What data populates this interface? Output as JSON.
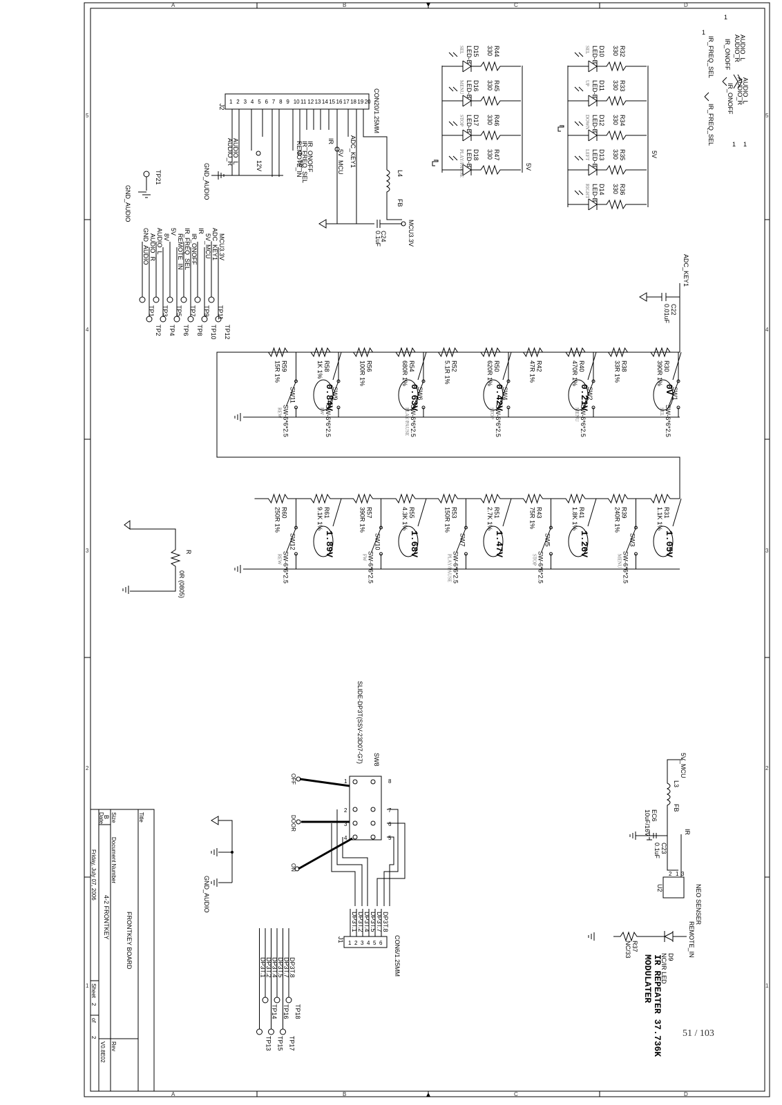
{
  "page_number": "51 / 103",
  "zones": {
    "columns": [
      "A",
      "B",
      "C",
      "D"
    ],
    "rows": [
      "5",
      "4",
      "3",
      "2",
      "1"
    ]
  },
  "title_block": {
    "title_label": "Title",
    "title": "FRONTKEY BOARD",
    "size_label": "Size",
    "size": "B",
    "docnum_label": "Document Number",
    "docnum": "4-2 FRONTKEY",
    "rev_label": "Rev",
    "rev": "V0.8E02",
    "date_label": "Date:",
    "date": "Friday, July 07, 2006",
    "sheet_label": "Sheet",
    "sheet": "2",
    "of_label": "of",
    "sheet_total": "2"
  },
  "io_ports": {
    "audio_l": "AUDIO_L",
    "audio_r": "AUDIO_R",
    "ir_onoff": "IR_ONOFF",
    "ir_freq_sel": "IR_FREQ_SEL",
    "one": "1"
  },
  "leds_top": [
    {
      "r": "R32",
      "v": "330",
      "d": "D10",
      "t": "LED-B",
      "k": "SEL"
    },
    {
      "r": "R33",
      "v": "330",
      "d": "D11",
      "t": "LED-B",
      "k": "UP"
    },
    {
      "r": "R34",
      "v": "330",
      "d": "D12",
      "t": "LED-B",
      "k": "DOWN"
    },
    {
      "r": "R35",
      "v": "330",
      "d": "D13",
      "t": "LED-B",
      "k": "LEFT"
    },
    {
      "r": "R36",
      "v": "330",
      "d": "D14",
      "t": "LED-B",
      "k": "RIGHT"
    }
  ],
  "leds_mid": [
    {
      "r": "R44",
      "v": "330",
      "d": "D15",
      "t": "LED-B",
      "k": "SEL"
    },
    {
      "r": "R45",
      "v": "330",
      "d": "D16",
      "t": "LED-B",
      "k": "MENU"
    },
    {
      "r": "R46",
      "v": "330",
      "d": "D17",
      "t": "LED-B",
      "k": "STOP"
    },
    {
      "r": "R47",
      "v": "330",
      "d": "D18",
      "t": "LED-B",
      "k": "PLAY/PAUSE"
    }
  ],
  "net_5v": "5V",
  "connector_j2": {
    "ref": "J2",
    "part": "CON20/1.25MM",
    "pins": [
      "1",
      "2",
      "3",
      "4",
      "5",
      "6",
      "7",
      "8",
      "9",
      "10",
      "11",
      "12",
      "13",
      "14",
      "15",
      "16",
      "17",
      "18",
      "19",
      "20"
    ],
    "nets": [
      "AUDIO_L",
      "AUDIO_R",
      "12V",
      "5V",
      "IR_ONOFF",
      "IR_FREQ_SEL",
      "REMOTE_IN",
      "IR",
      "5V_MCU",
      "ADC_KEY1"
    ]
  },
  "l4": {
    "ref": "L4",
    "val": "FB"
  },
  "c24": {
    "ref": "C24",
    "val": "0.1uF",
    "net": "MCU3.3V"
  },
  "gnd_audio": "GND_AUDIO",
  "testpoints": {
    "tp21": "TP21",
    "list": [
      {
        "net": "MCU3.3V",
        "tp": "TP12"
      },
      {
        "net": "ADC_KEY1",
        "tp": "TP11"
      },
      {
        "net": "5V_MCU",
        "tp": "TP10"
      },
      {
        "net": "IR",
        "tp": "TP9"
      },
      {
        "net": "IR_ONOFF",
        "tp": "TP8"
      },
      {
        "net": "IR_FREQ_SEL",
        "tp": "TP7"
      },
      {
        "net": "REMOTE_IN",
        "tp": "TP6"
      },
      {
        "net": "5V",
        "tp": "TP5"
      },
      {
        "net": "8V",
        "tp": "TP4"
      },
      {
        "net": "AUDIO_L",
        "tp": "TP3"
      },
      {
        "net": "AUDIO_R",
        "tp": "TP2"
      },
      {
        "net": "GND_AUDIO",
        "tp": "TP1"
      }
    ]
  },
  "adc_key1": "ADC_KEY1",
  "c22": {
    "ref": "C22",
    "val": "0.01uF"
  },
  "ladder_top": [
    {
      "r": "R30",
      "rv": "390R 1%",
      "sw": "SW1",
      "sp": "SW-6*6*2.5",
      "k": "SEL",
      "volt": "0V"
    },
    {
      "r": "R38",
      "rv": "33R 1%"
    },
    {
      "r": "R40",
      "rv": "470R 1%",
      "sw": "SW2",
      "sp": "SW-6*6*2.5",
      "k": "MENU",
      "volt": "0.21V"
    },
    {
      "r": "R42",
      "rv": "47R 1%"
    },
    {
      "r": "R50",
      "rv": "620R 1%",
      "sw": "SW4",
      "sp": "SW-6*6*2.5",
      "k": "STOP",
      "volt": "0.42V"
    },
    {
      "r": "R52",
      "rv": "5.1R 1%"
    },
    {
      "r": "R54",
      "rv": "680R 1%",
      "sw": "SW6",
      "sp": "SW-6*6*2.5",
      "k": "PLAY/PAUSE",
      "volt": "0.63V"
    },
    {
      "r": "R56",
      "rv": "100R 1%"
    },
    {
      "r": "R58",
      "rv": "1K 1%",
      "sw": "SW9",
      "sp": "SW-6*6*2.5",
      "k": "FW",
      "volt": "0.84V"
    },
    {
      "r": "R59",
      "rv": "15R 1%",
      "sw": "SW11",
      "sp": "SW-6*6*2.5",
      "k": "REW"
    }
  ],
  "ladder_bot": [
    {
      "r": "R31",
      "rv": "1.1K 1%",
      "volt": "1.05V"
    },
    {
      "r": "R39",
      "rv": "240R 1%",
      "sw": "SW3",
      "sp": "SW-6*6*2.5",
      "k": "MENU"
    },
    {
      "r": "R41",
      "rv": "1.8K 1%",
      "volt": "1.26V"
    },
    {
      "r": "R43",
      "rv": "75R 1%",
      "sw": "SW5",
      "sp": "SW-6*6*2.5",
      "k": "STOP"
    },
    {
      "r": "R51",
      "rv": "2.7K 1%",
      "volt": "1.47V"
    },
    {
      "r": "R53",
      "rv": "150R 1%",
      "sw": "SW7",
      "sp": "SW-6*6*2.5",
      "k": "PLAY/PAUSE"
    },
    {
      "r": "R55",
      "rv": "4.3K 1%",
      "volt": "1.68V"
    },
    {
      "r": "R57",
      "rv": "390R 1%",
      "sw": "SW10",
      "sp": "SW-6*6*2.5",
      "k": "FW"
    },
    {
      "r": "R61",
      "rv": "9.1K 1%",
      "volt": "1.89V"
    },
    {
      "r": "R60",
      "rv": "250R 1%",
      "sw": "SW12",
      "sp": "SW-6*6*2.5",
      "k": "REW"
    }
  ],
  "r0805": {
    "ref": "R",
    "val": "0R (0805)"
  },
  "sw8": {
    "ref": "SW8",
    "part": "SLIDE-DP3T(SSV-23D07-G7)",
    "off": "OFF",
    "door": "DOOR",
    "on": "ON",
    "pins": [
      "1",
      "2",
      "3",
      "4",
      "5",
      "6",
      "7",
      "8"
    ]
  },
  "connector_j1": {
    "ref": "J1",
    "part": "CON6/1.25MM",
    "nets": [
      "DP3T.8",
      "DP3T.7",
      "DP3T.5",
      "DP3T.4",
      "DP3T.2",
      "DP3T.1"
    ],
    "pins": [
      "6",
      "5",
      "4",
      "3",
      "2",
      "1"
    ]
  },
  "tp_bottom": [
    {
      "net": "DP3T.8",
      "tp": "TP18"
    },
    {
      "net": "DP3T.7",
      "tp": "TP17"
    },
    {
      "net": "DP3T.5",
      "tp": "TP16"
    },
    {
      "net": "DP3T.4",
      "tp": "TP15"
    },
    {
      "net": "DP3T.2",
      "tp": "TP14"
    },
    {
      "net": "DP3T.1",
      "tp": "TP13"
    }
  ],
  "ir_sensor": {
    "net_5v_mcu": "5V_MCU",
    "l3": "L3",
    "l3v": "FB",
    "ec6": "EC6",
    "ec6v": "10uF/16V",
    "c23": "C23",
    "c23v": "0.1uF",
    "ir": "IR",
    "u2": "U2",
    "neo": "NEO SENSER",
    "pins": [
      "1",
      "2",
      "3"
    ]
  },
  "ir_led": {
    "net": "REMOTE_IN",
    "d": "D9",
    "dv": "NC/IR LED",
    "r": "R37",
    "rv": "NC/33",
    "label1": "IR REPEATER 37.736K",
    "label2": "MODULATER"
  }
}
